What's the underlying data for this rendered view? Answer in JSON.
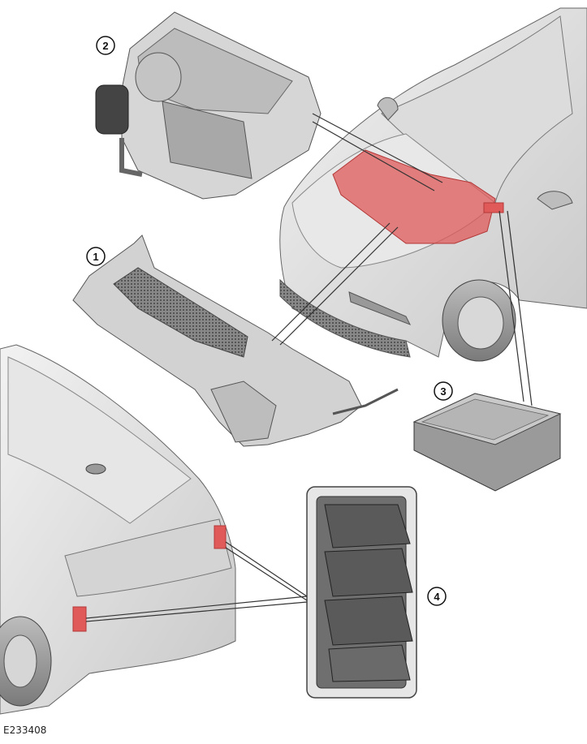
{
  "diagram": {
    "reference_code": "E233408",
    "callouts": [
      {
        "label": "1",
        "part": "cowl-panel"
      },
      {
        "label": "2",
        "part": "heater-blower-assembly"
      },
      {
        "label": "3",
        "part": "cabin-air-filter"
      },
      {
        "label": "4",
        "part": "rear-pressure-vent"
      }
    ],
    "colors": {
      "highlight": "#e05a5a",
      "highlight_dark": "#b33838",
      "body_light": "#e9e9e9",
      "body_mid": "#cfcfcf",
      "body_dark": "#9a9a9a",
      "line": "#444444"
    }
  }
}
